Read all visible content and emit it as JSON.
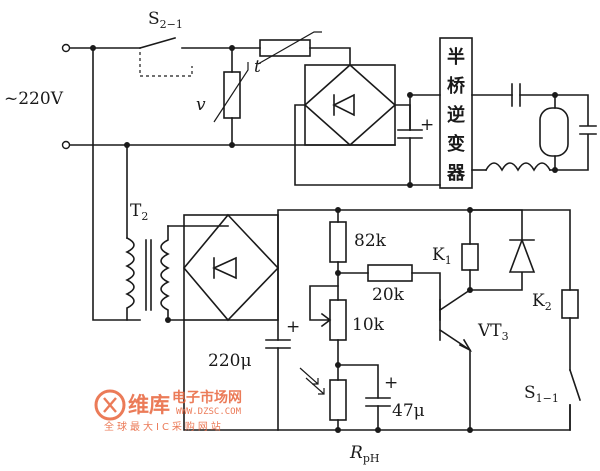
{
  "labels": {
    "s21": "S",
    "s21_sub": "2−1",
    "mains": "~220V",
    "thermistor": "t",
    "varistor": "v",
    "inverter": [
      "半",
      "桥",
      "逆",
      "变",
      "器"
    ],
    "t2": "T",
    "t2_sub": "2",
    "k1": "K",
    "k1_sub": "1",
    "k2": "K",
    "k2_sub": "2",
    "r82k": "82k",
    "r20k": "20k",
    "r10k": "10k",
    "vt3": "VT",
    "vt3_sub": "3",
    "c220": "220μ",
    "c47": "47μ",
    "s11": "S",
    "s11_sub": "1−1",
    "rph": "R",
    "rph_sub": "pH",
    "plus": "+"
  },
  "watermark": {
    "brand": "维库",
    "brand2": "电子市场网",
    "url": "WWW.DZSC.COM",
    "tagline": "全球最大IC采购网站",
    "color": "#e8643c"
  }
}
